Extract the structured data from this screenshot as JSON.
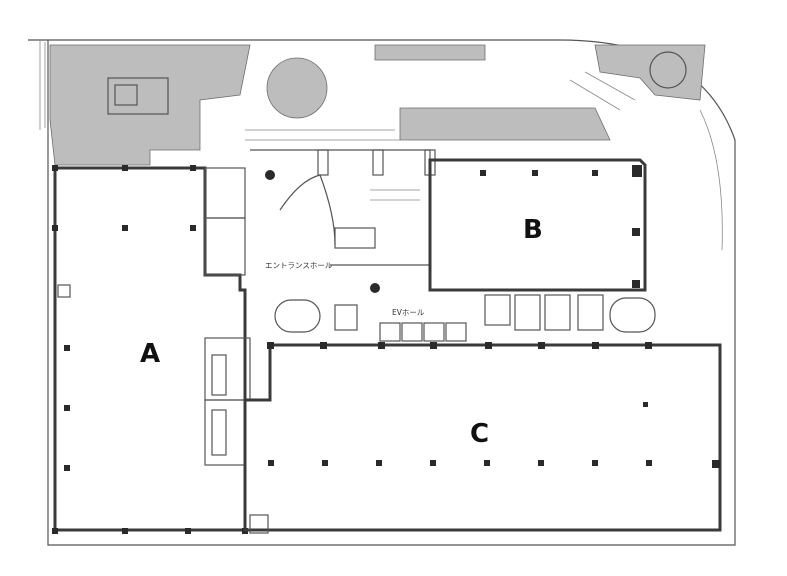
{
  "rooms": {
    "a": "A",
    "b": "B",
    "c": "C"
  },
  "labels": {
    "entrance_hall": "エントランスホール",
    "ev_hall": "EVホール"
  },
  "colors": {
    "line": "#3a3a3a",
    "greenery": "#bdbdbd",
    "column": "#2a2a2a"
  }
}
